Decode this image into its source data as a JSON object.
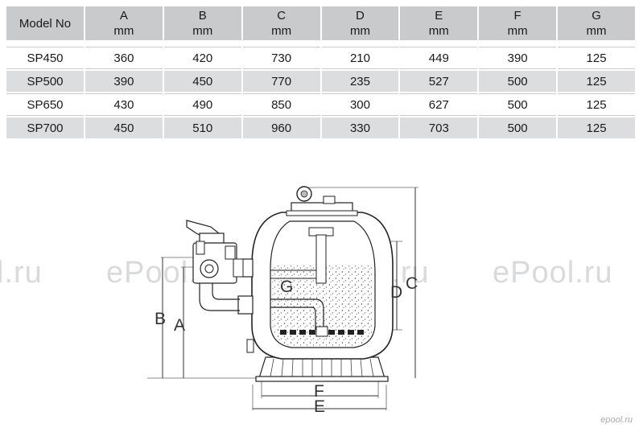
{
  "table": {
    "header": {
      "model": "Model No",
      "cols": [
        {
          "letter": "A",
          "unit": "mm"
        },
        {
          "letter": "B",
          "unit": "mm"
        },
        {
          "letter": "C",
          "unit": "mm"
        },
        {
          "letter": "D",
          "unit": "mm"
        },
        {
          "letter": "E",
          "unit": "mm"
        },
        {
          "letter": "F",
          "unit": "mm"
        },
        {
          "letter": "G",
          "unit": "mm"
        }
      ]
    },
    "rows": [
      {
        "model": "SP450",
        "values": [
          "360",
          "420",
          "730",
          "210",
          "449",
          "390",
          "125"
        ]
      },
      {
        "model": "SP500",
        "values": [
          "390",
          "450",
          "770",
          "235",
          "527",
          "500",
          "125"
        ]
      },
      {
        "model": "SP650",
        "values": [
          "430",
          "490",
          "850",
          "300",
          "627",
          "500",
          "125"
        ]
      },
      {
        "model": "SP700",
        "values": [
          "450",
          "510",
          "960",
          "330",
          "703",
          "500",
          "125"
        ]
      }
    ]
  },
  "diagram": {
    "labels": {
      "A": "A",
      "B": "B",
      "C": "C",
      "D": "D",
      "E": "E",
      "F": "F",
      "G": "G"
    },
    "watermarks": [
      "l.ru",
      "ePool.ru",
      "ePool.ru",
      "ePool.ru"
    ],
    "logo": "epool.ru"
  }
}
